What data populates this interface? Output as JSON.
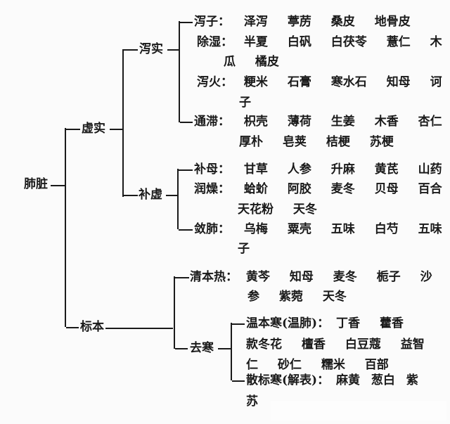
{
  "root": {
    "label": "肺脏"
  },
  "level1": [
    {
      "label": "虚实"
    },
    {
      "label": "标本"
    }
  ],
  "level2": {
    "xushi": [
      {
        "label": "泻实"
      },
      {
        "label": "补虚"
      }
    ],
    "biaoben": [
      {
        "label": "清本热"
      },
      {
        "label": "去寒"
      }
    ]
  },
  "leaves": {
    "xieshi": [
      {
        "label": "泻子：",
        "herbs": [
          "泽泻",
          "葶苈",
          "桑皮",
          "地骨皮"
        ]
      },
      {
        "label": "除湿：",
        "herbs": [
          "半夏",
          "白矾",
          "白茯苓",
          "薏仁",
          "木"
        ],
        "cont": [
          "瓜",
          "橘皮"
        ]
      },
      {
        "label": "泻火：",
        "herbs": [
          "粳米",
          "石膏",
          "寒水石",
          "知母",
          "诃"
        ],
        "cont": [
          "子"
        ]
      },
      {
        "label": "通滞：",
        "herbs": [
          "枳壳",
          "薄荷",
          "生姜",
          "木香",
          "杏仁"
        ],
        "cont": [
          "厚朴",
          "皂荚",
          "桔梗",
          "苏梗"
        ]
      }
    ],
    "buxu": [
      {
        "label": "补母：",
        "herbs": [
          "甘草",
          "人参",
          "升麻",
          "黄芪",
          "山药"
        ]
      },
      {
        "label": "润燥：",
        "herbs": [
          "蛤蚧",
          "阿胶",
          "麦冬",
          "贝母",
          "百合"
        ],
        "cont": [
          "天花粉",
          "天冬"
        ]
      },
      {
        "label": "敛肺：",
        "herbs": [
          "乌梅",
          "粟壳",
          "五味",
          "白芍",
          "五味"
        ],
        "cont": [
          "子"
        ]
      }
    ],
    "qingbenre": {
      "label": "清本热：",
      "herbs": [
        "黄芩",
        "知母",
        "麦冬",
        "栀子",
        "沙"
      ],
      "cont": [
        "参",
        "紫菀",
        "天冬"
      ]
    },
    "quhan": [
      {
        "label": "温本寒(温肺)：",
        "herbs": [
          "丁香",
          "藿香"
        ],
        "cont": [
          "款冬花",
          "檀香",
          "白豆蔻",
          "益智"
        ],
        "cont2": [
          "仁",
          "砂仁",
          "糯米",
          "百部"
        ]
      },
      {
        "label": "散标寒(解表)：",
        "herbs": [
          "麻黄",
          "葱白",
          "紫"
        ],
        "cont": [
          "苏"
        ]
      }
    ]
  }
}
